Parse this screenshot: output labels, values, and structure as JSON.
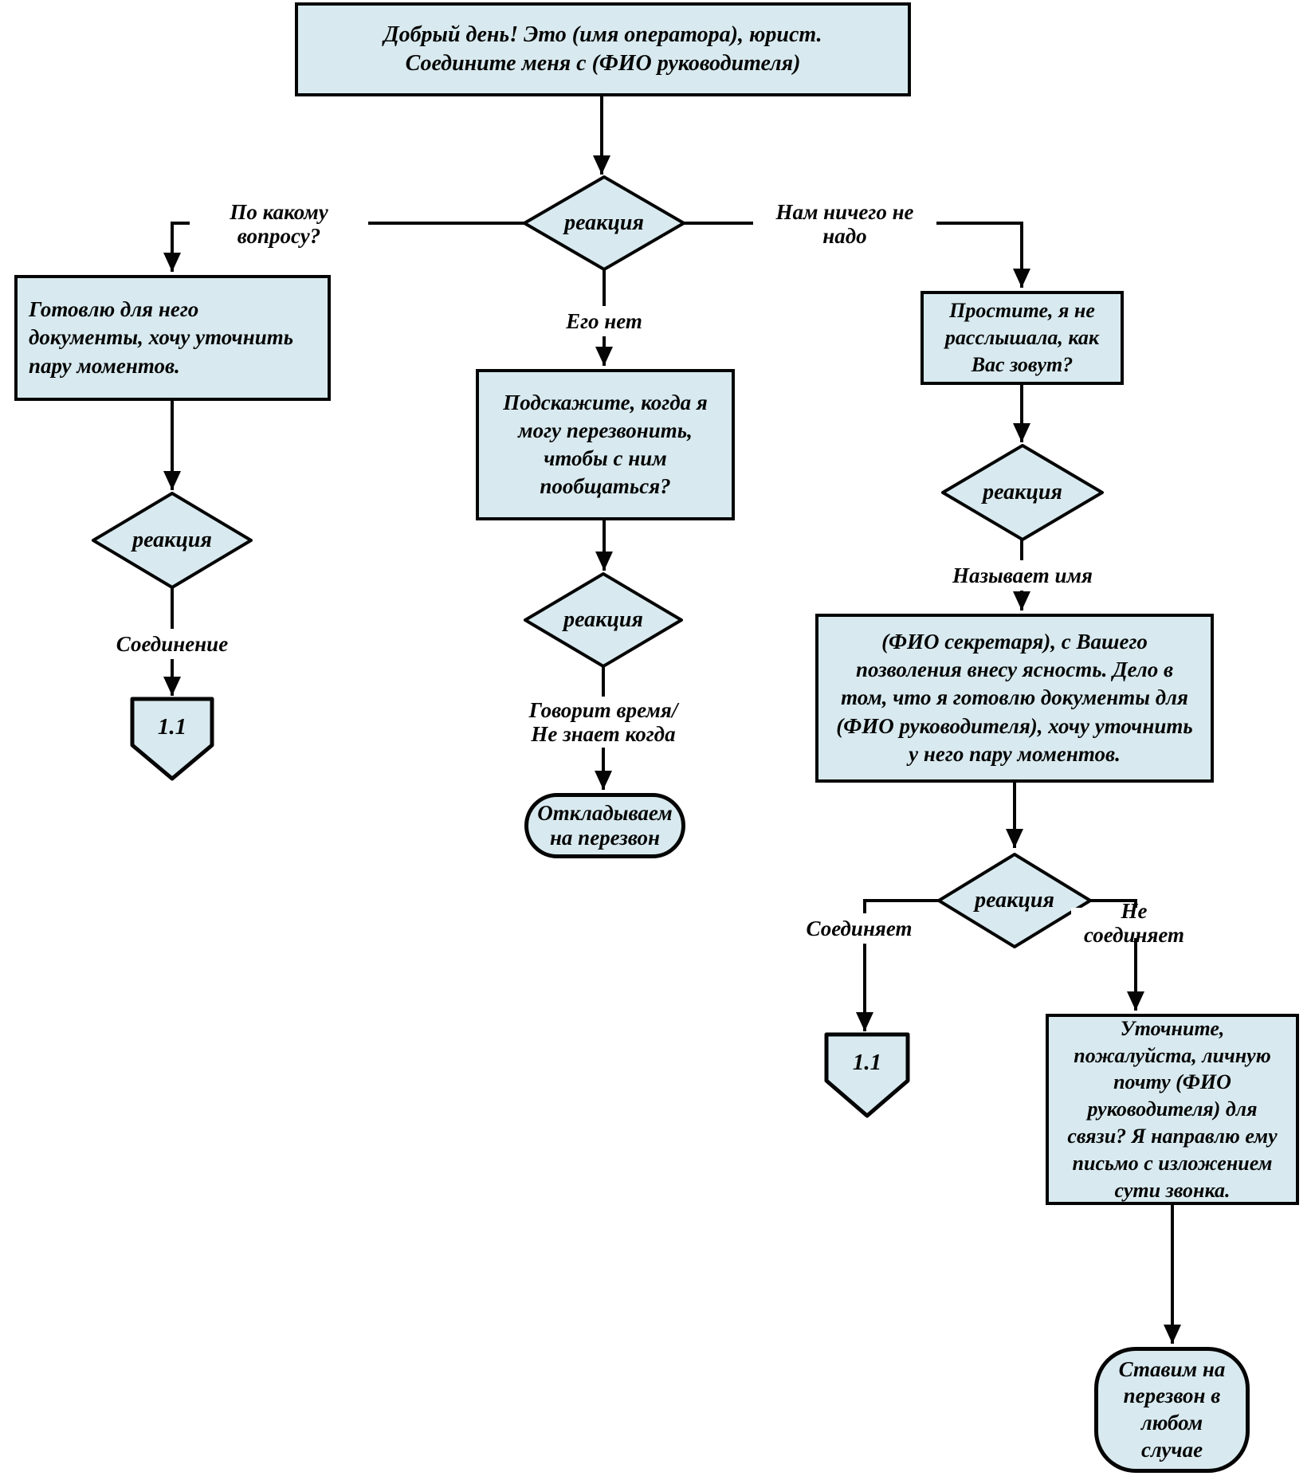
{
  "diagram": {
    "title_hint": "Call script flowchart (secretary bypass), Russian",
    "colors": {
      "background": "#ffffff",
      "node_fill": "#d8eaef",
      "node_border": "#050505",
      "line_color": "#050505",
      "text_color": "#050505"
    },
    "nodes": {
      "start": {
        "type": "process",
        "text": "Добрый день! Это (имя оператора), юрист. Соедините меня с (ФИО руководителя)"
      },
      "decision1": {
        "type": "decision",
        "text": "реакция"
      },
      "doc_prepare": {
        "type": "process",
        "text": "Готовлю для него документы, хочу уточнить пару моментов."
      },
      "decision2": {
        "type": "decision",
        "text": "реакция"
      },
      "connector1": {
        "type": "off-page-connector",
        "text": "1.1"
      },
      "when_callback": {
        "type": "process",
        "text": "Подскажите, когда я могу перезвонить, чтобы с ним пообщаться?"
      },
      "decision3": {
        "type": "decision",
        "text": "реакция"
      },
      "postpone": {
        "type": "terminal",
        "text": "Откладываем на перезвон"
      },
      "your_name": {
        "type": "process",
        "text": "Простите, я не расслышала, как Вас зовут?"
      },
      "decision4": {
        "type": "decision",
        "text": "реакция"
      },
      "clarify": {
        "type": "process",
        "text": "(ФИО секретаря), с Вашего позволения внесу ясность. Дело в том, что я готовлю документы для (ФИО руководителя), хочу уточнить у него пару моментов."
      },
      "decision5": {
        "type": "decision",
        "text": "реакция"
      },
      "connector2": {
        "type": "off-page-connector",
        "text": "1.1"
      },
      "ask_email": {
        "type": "process",
        "text": "Уточните, пожалуйста, личную почту (ФИО руководителя) для связи? Я направлю ему письмо с изложением сути звонка."
      },
      "callback_any": {
        "type": "terminal",
        "text": "Ставим на перезвон в любом случае"
      }
    },
    "edge_labels": {
      "what_question": "По какому вопросу?",
      "nothing_needed": "Нам ничего не надо",
      "he_absent": "Его нет",
      "connection": "Соединение",
      "says_time": "Говорит время/ Не знает когда",
      "gives_name": "Называет имя",
      "connects": "Соединяет",
      "not_connects": "Не соединяет"
    }
  }
}
